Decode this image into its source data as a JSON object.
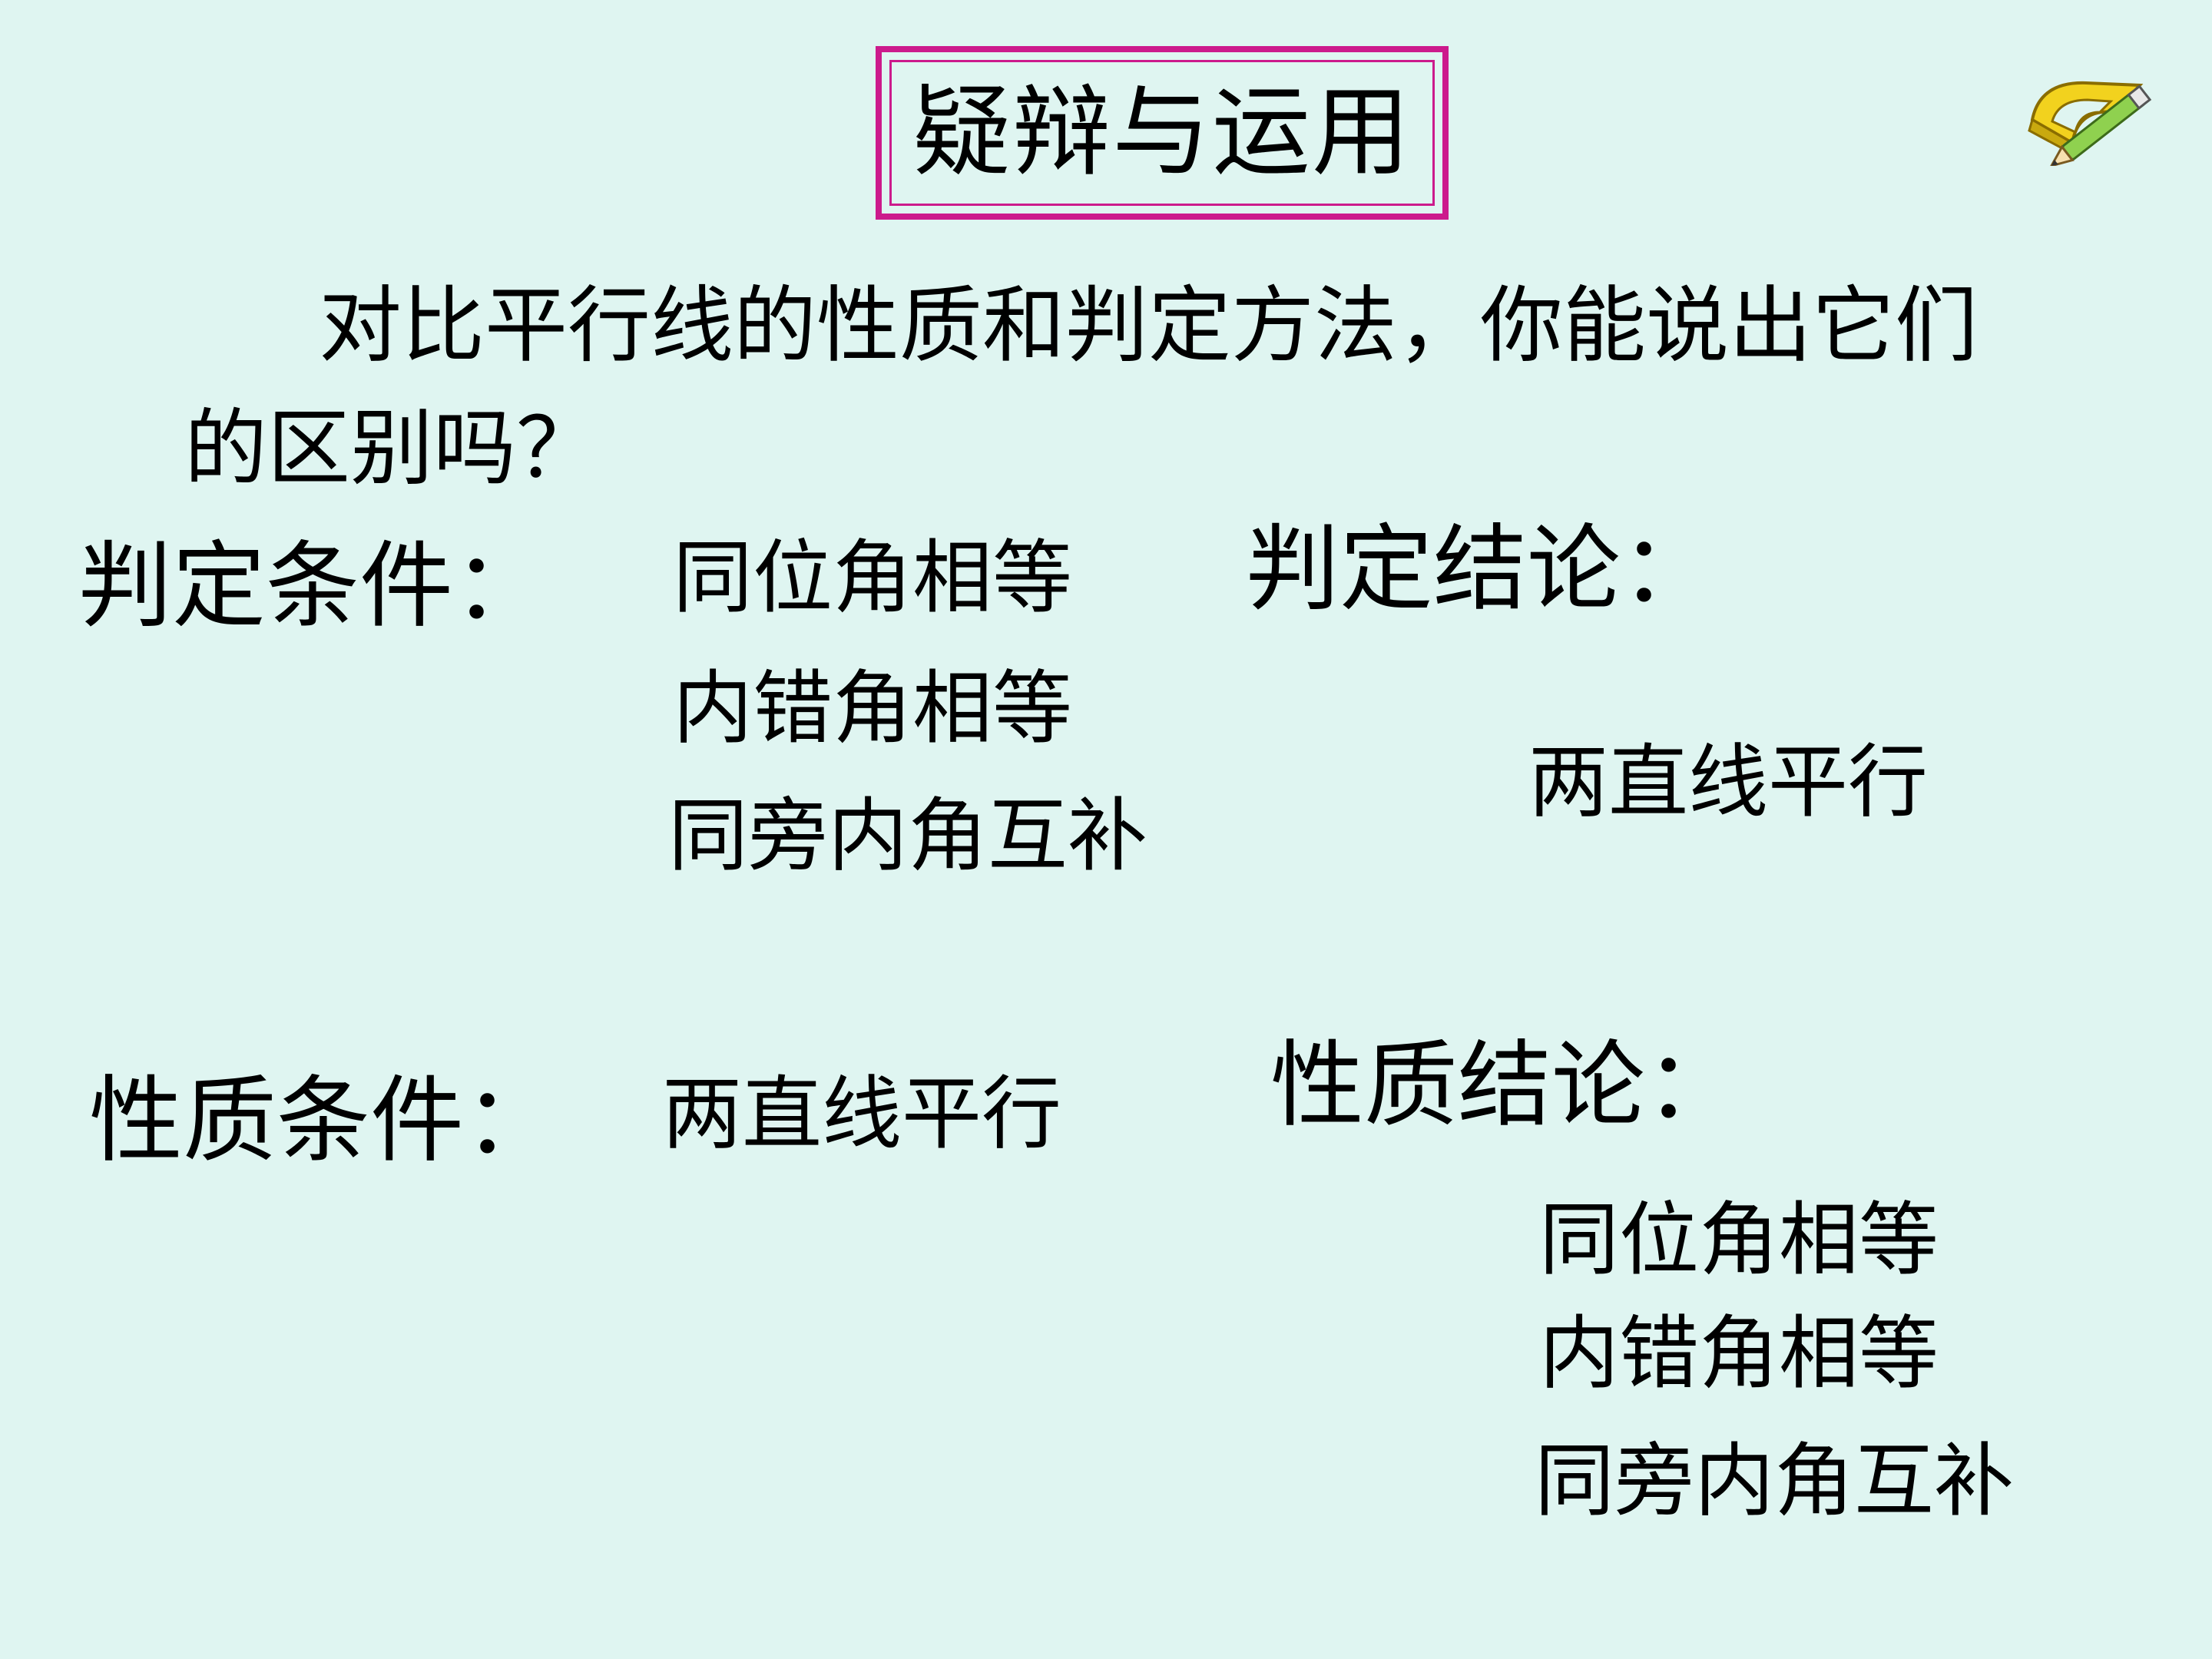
{
  "title": "疑辩与运用",
  "question": "对比平行线的性质和判定方法，你能说出它们的区别吗？",
  "judgement": {
    "condition_label": "判定条件：",
    "conditions": [
      "同位角相等",
      "内错角相等",
      "同旁内角互补"
    ],
    "conclusion_label": "判定结论：",
    "conclusions": [
      "两直线平行"
    ]
  },
  "property": {
    "condition_label": "性质条件：",
    "conditions": [
      "两直线平行"
    ],
    "conclusion_label": "性质结论：",
    "conclusions": [
      "同位角相等",
      "内错角相等",
      "同旁内角互补"
    ]
  },
  "icons": {
    "corner": "pencil-ruler-icon"
  },
  "colors": {
    "background": "#dff5f1",
    "title_border": "#cc1a8c",
    "text": "#000000"
  }
}
